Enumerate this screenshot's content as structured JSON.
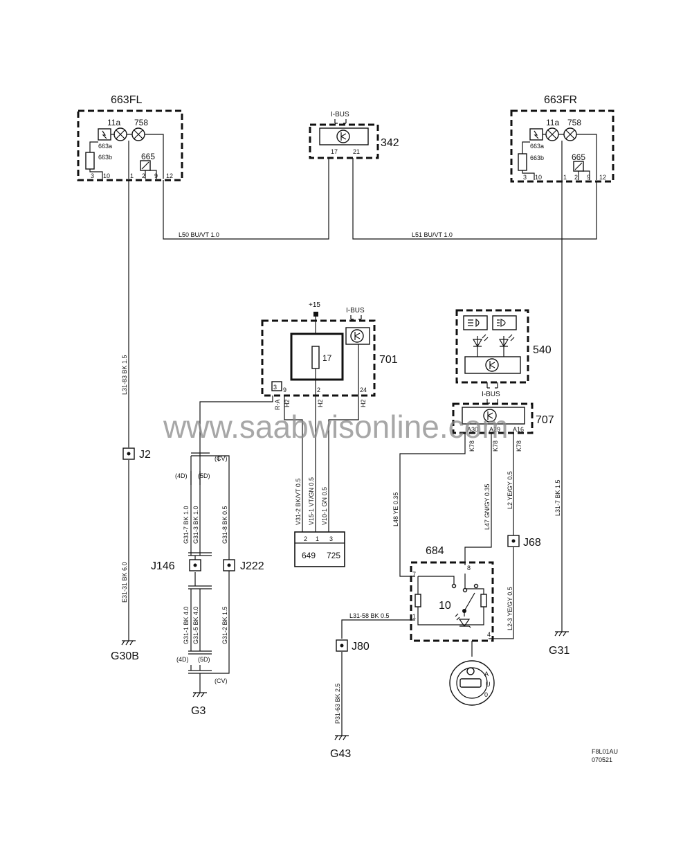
{
  "components": {
    "c663fl": {
      "id": "663FL",
      "lamp_a": "11a",
      "lamp_b": "758",
      "sub_a": "663a",
      "sub_b": "663b",
      "sub_c": "665",
      "pins": [
        "3",
        "10",
        "1",
        "2",
        "9",
        "12"
      ]
    },
    "c663fr": {
      "id": "663FR",
      "lamp_a": "11a",
      "lamp_b": "758",
      "sub_a": "663a",
      "sub_b": "663b",
      "sub_c": "665",
      "pins": [
        "3",
        "10",
        "1",
        "2",
        "9",
        "12"
      ]
    },
    "c342": {
      "id": "342",
      "bus": "I-BUS",
      "pins": [
        "17",
        "21"
      ]
    },
    "c701": {
      "id": "701",
      "supply": "+15",
      "bus": "I-BUS",
      "fuse": "17",
      "pins": [
        "3",
        "9",
        "2",
        "24"
      ],
      "conn": [
        "R-A",
        "H2",
        "H2",
        "H2"
      ]
    },
    "c540": {
      "id": "540"
    },
    "c707": {
      "id": "707",
      "bus": "I-BUS",
      "pins": [
        "A30",
        "A29",
        "A16"
      ],
      "conn": [
        "K78",
        "K78",
        "K78"
      ]
    },
    "c649": {
      "id_a": "649",
      "id_b": "725",
      "pins": [
        "2",
        "1",
        "3"
      ]
    },
    "c684": {
      "id": "684",
      "inner": "10",
      "pins": [
        "7",
        "8",
        "1",
        "4"
      ],
      "switch_marks": [
        "A",
        "U",
        "0"
      ]
    }
  },
  "wires": {
    "l50": "L50  BU/VT 1.0",
    "l51": "L51  BU/VT 1.0",
    "l31_83": "L31-83   BK 1.5",
    "e31_31": "E31-31   BK 6.0",
    "l31_7": "L31-7   BK 1.5",
    "v31_2": "V31-2  BK/VT  0.5",
    "v15_1": "V15-1  VT/GN  0.5",
    "v10_1": "V10-1  GN  0.5",
    "l48": "L48  YE  0.35",
    "l47": "L47  GN/GY 0.35",
    "l2_top": "L2   YE/GY  0.5",
    "l2_3": "L2-3   YE/GY  0.5",
    "l31_58": "L31-58   BK     0.5",
    "p31_63": "P31-63   BK  2.5",
    "g31_7": "G31-7  BK  1.0",
    "g31_3": "G31-3  BK  1.0",
    "g31_8": "G31-8  BK  0.5",
    "g31_1": "G31-1  BK  4.0",
    "g31_5": "G31-5  BK  4.0",
    "g31_2": "G31-2   BK  1.5"
  },
  "variants": {
    "cv_top": "(CV)",
    "d4_top": "(4D)",
    "d5_top": "(5D)",
    "d4_bot": "(4D)",
    "d5_bot": "(5D)",
    "cv_bot": "(CV)"
  },
  "junctions": {
    "j2": "J2",
    "j146": "J146",
    "j222": "J222",
    "j68": "J68",
    "j80": "J80"
  },
  "grounds": {
    "g30b": "G30B",
    "g3": "G3",
    "g31": "G31",
    "g43": "G43"
  },
  "watermark": "www.saabwisonline.com",
  "footer": {
    "code": "F8L01AU",
    "date": "070521"
  }
}
